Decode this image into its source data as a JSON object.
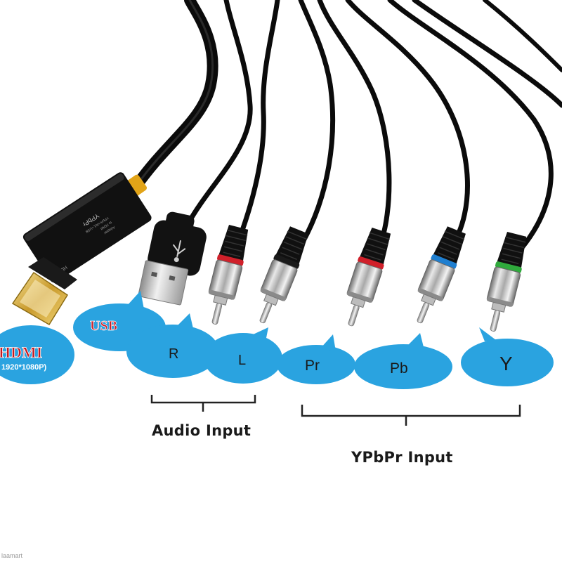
{
  "bubbles": {
    "hdmi": {
      "title": "HDMI",
      "subtitle": "1920*1080P)"
    },
    "usb": "USB",
    "r": "R",
    "l": "L",
    "pr": "Pr",
    "pb": "Pb",
    "y": "Y"
  },
  "group_labels": {
    "audio": "Audio Input",
    "ypbpr": "YPbPr Input"
  },
  "adapter_print": {
    "model": "YPbPr",
    "line1": "YPbPr+R/L+USB",
    "line2": "to HDMI",
    "line3": "Adapter",
    "port": "HDMI"
  },
  "watermark": "laamart",
  "colors": {
    "bubble": "#2aa3e0",
    "cable": "#0b0b0b",
    "ring_red": "#d0202a",
    "ring_blue": "#1f7fd0",
    "ring_green": "#2faa3c",
    "usb_text": "#d0202a",
    "hdmi_text": "#c8181e",
    "yellow_tip": "#e2a418"
  }
}
